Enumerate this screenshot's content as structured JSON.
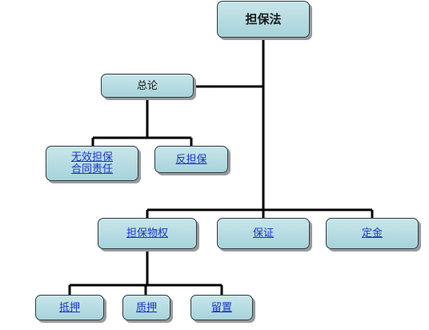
{
  "diagram": {
    "root": "担保法",
    "general": "总论",
    "invalid_guarantee_line1": "无效担保",
    "invalid_guarantee_line2": "合同责任",
    "counter_guarantee": "反担保",
    "property_rights": "担保物权",
    "suretyship": "保证",
    "deposit": "定金",
    "mortgage": "抵押",
    "pledge": "质押",
    "lien": "留置"
  },
  "colors": {
    "node_fill": "#a6d3da",
    "link_text": "#1a35c8",
    "connector": "#000000"
  }
}
